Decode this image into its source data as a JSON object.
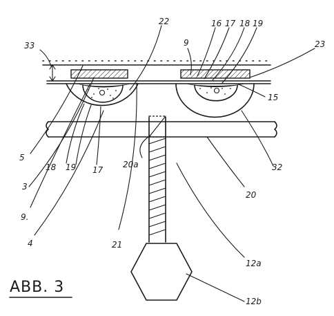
{
  "figure": {
    "title": "ABB. 3"
  },
  "labels": {
    "l33": "33",
    "l22": "22",
    "l16": "16",
    "l17": "17",
    "l18": "18",
    "l19": "19",
    "l23": "23",
    "l9top": "9",
    "l15": "15",
    "l5": "5",
    "l18b": "18",
    "l19b": "19",
    "l17b": "17",
    "l20a": "20a",
    "l32": "32",
    "l3": "3",
    "l20": "20",
    "l9b": "9.",
    "l4": "4",
    "l21": "21",
    "l12a": "12a",
    "l12b": "12b"
  }
}
